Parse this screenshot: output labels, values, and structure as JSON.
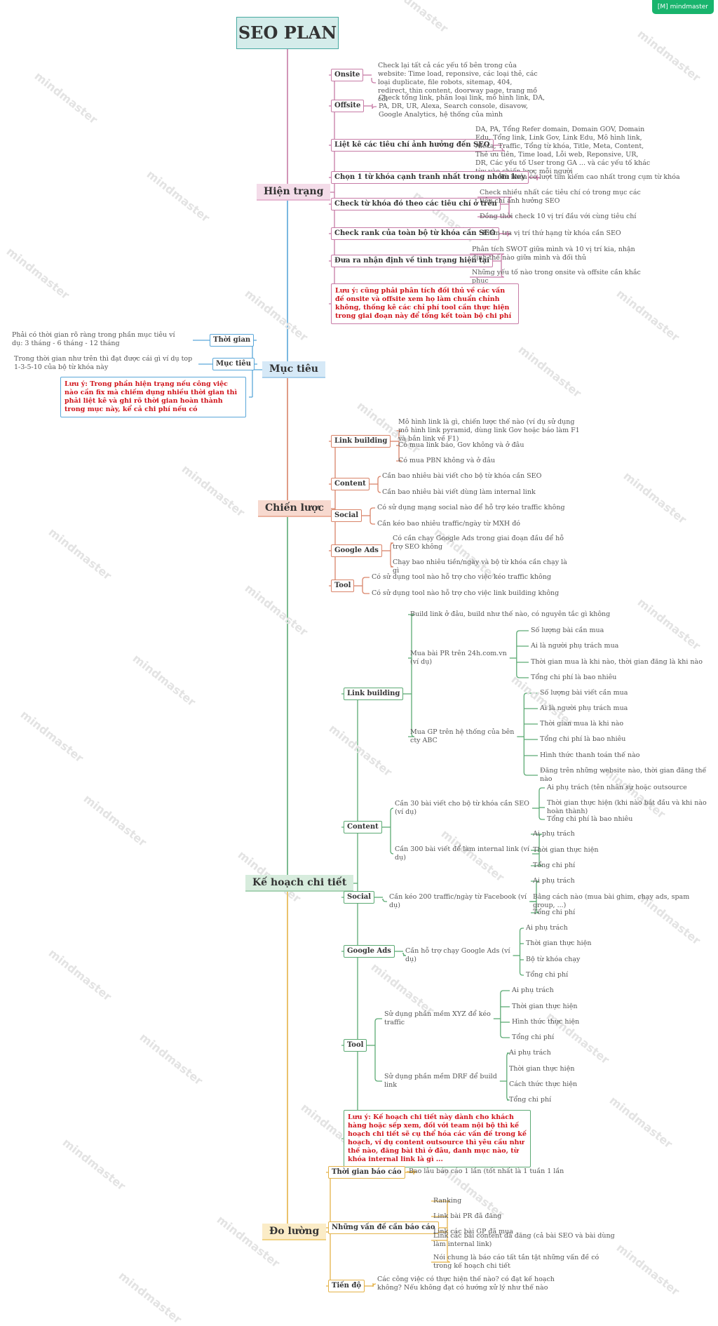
{
  "badge": "[M] mindmaster",
  "watermark": "mindmaster",
  "title": "SEO PLAN",
  "colors": {
    "pink": "#c77ba6",
    "blue": "#5aa7d9",
    "red": "#d98469",
    "green": "#5caa74",
    "gold": "#e4b248",
    "teal": "#47a9a1",
    "note": "#d0141b"
  },
  "nodes": {
    "ht": "Hiện trạng",
    "ht_onsite": "Onsite",
    "ht_onsite_d": "Check lại tất cả các yếu tố bên trong của website: Time load, reponsive, các loại thẻ, các loại duplicate, file robots, sitemap, 404, redirect, thin content, doorway page, trang mồ côi",
    "ht_offsite": "Offsite",
    "ht_offsite_d": "Check tổng link, phân loại link, mô hình link, DA, PA, DR, UR, Alexa, Search console, disavow, Google Analytics, hệ thống của mình",
    "ht_lk": "Liệt kê các tiêu chí ảnh hưởng đến SEO",
    "ht_lk_d": "DA, PA, Tổng Refer domain, Domain GOV, Domain Edu, Tổng link, Link Gov, Link Edu, Mô hình link, Alexa, Traffic, Tổng từ khóa, Title, Meta, Content, Thẻ ưu tiên, Time load, Lỗi web, Reponsive, UR, DR, Các yếu tố User trong GA ... và các yếu tố khác tùy vào chiến lược mỗi người",
    "ht_chon": "Chọn 1 từ khóa cạnh tranh nhất trong nhóm key",
    "ht_chon_d": "Từ khóa có lượt tìm kiếm cao nhất trong cụm từ khóa",
    "ht_ck": "Check từ khóa đó theo các tiêu chí ở trên",
    "ht_ck_d1": "Check nhiều nhất các tiêu chí có trong mục các tiêu chí ảnh hưởng SEO",
    "ht_ck_d2": "Đồng thời check 10 vị trí đầu với cùng tiêu chí",
    "ht_rank": "Check rank của toàn bộ từ khóa cần SEO",
    "ht_rank_d": "Kiểm tra vị trí thứ hạng từ khóa cần SEO",
    "ht_dg": "Đưa ra nhận định về tình trạng hiện tại",
    "ht_dg_d1": "Phân tích SWOT giữa mình và 10 vị trí kia, nhận định thế nào giữa mình và đối thủ",
    "ht_dg_d2": "Những yếu tố nào trong onsite và offsite cần khắc phục",
    "ht_note": "Lưu ý: cũng phải phân tích đối thủ về các vấn đề onsite và offsite xem họ làm chuẩn chỉnh không, thống kê các chỉ phí tool cần thực hiện trong giai đoạn này để tổng kết toàn bộ chi phí",
    "mt": "Mục tiêu",
    "mt_tg": "Thời gian",
    "mt_tg_d": "Phải có thời gian rõ ràng trong phần mục tiêu ví dụ: 3 tháng - 6 tháng - 12 tháng",
    "mt_mt": "Mục tiêu",
    "mt_mt_d": "Trong thời gian như trên thì đạt được cái gì ví dụ top 1-3-5-10 của bộ từ khóa này",
    "mt_note": "Lưu ý: Trong phần hiện trạng nếu công việc nào cần fix mà chiếm dụng nhiều thời gian thì phải liệt kê và ghi rõ thời gian hoàn thành trong mục này, kể cả chi phí nếu có",
    "cl": "Chiến lược",
    "cl_lb": "Link building",
    "cl_lb_d1": "Mô hình link là gì, chiến lược thế nào (ví dụ sử dụng mô hình link pyramid, dùng link Gov hoặc báo làm F1 và bắn link về F1)",
    "cl_lb_d2": "Có mua link báo, Gov không và ở đâu",
    "cl_lb_d3": "Có mua PBN không và ở đâu",
    "cl_ct": "Content",
    "cl_ct_d1": "Cần bao nhiêu bài viết cho bộ từ khóa cần SEO",
    "cl_ct_d2": "Cần bao nhiêu bài viết dùng làm internal link",
    "cl_so": "Social",
    "cl_so_d1": "Có sử dụng mạng social nào để hỗ trợ kéo traffic không",
    "cl_so_d2": "Cần kéo bao nhiêu traffic/ngày từ MXH đó",
    "cl_ga": "Google Ads",
    "cl_ga_d1": "Có cần chạy Google Ads trong giai đoạn đầu để hỗ trợ SEO không",
    "cl_ga_d2": "Chạy bao nhiêu tiền/ngày và bộ từ khóa cần chạy là gì",
    "cl_tool": "Tool",
    "cl_tool_d1": "Có sử dụng tool nào hỗ trợ cho việc kéo traffic không",
    "cl_tool_d2": "Có sử dụng tool nào hỗ trợ cho việc link building không",
    "kh": "Kế hoạch chi tiết",
    "kh_lb": "Link building",
    "kh_lb_a": "Build link ở đâu, build như thế nào, có nguyên tắc gì không",
    "kh_lb_b": "Mua bài PR trên 24h.com.vn (ví dụ)",
    "kh_lb_b1": "Số lượng bài cần mua",
    "kh_lb_b2": "Ai là người phụ trách mua",
    "kh_lb_b3": "Thời gian mua là khi nào, thời gian đăng là khi nào",
    "kh_lb_b4": "Tổng chi phí là bao nhiêu",
    "kh_lb_c": "Mua GP trên hệ thống của bên cty ABC",
    "kh_lb_c1": "Số lượng bài viết cần mua",
    "kh_lb_c2": "Ai là người phụ trách mua",
    "kh_lb_c3": "Thời gian mua là khi nào",
    "kh_lb_c4": "Tổng chi phí là bao nhiêu",
    "kh_lb_c5": "Hình thức thanh toán thế nào",
    "kh_lb_c6": "Đăng trên những website nào, thời gian đăng thế nào",
    "kh_ct": "Content",
    "kh_ct_a": "Cần 30 bài viết cho bộ từ khóa cần SEO (ví dụ)",
    "kh_ct_a1": "Ai phụ trách (tên nhân sự hoặc outsource",
    "kh_ct_a2": "Thời gian thực hiện (khi nào bắt đầu và khi nào hoàn thành)",
    "kh_ct_a3": "Tổng chi phí là bao nhiêu",
    "kh_ct_b": "Cần 300 bài viết để làm internal link (ví dụ)",
    "kh_ct_b1": "Ai phụ trách",
    "kh_ct_b2": "Thời gian thực hiện",
    "kh_ct_b3": "Tổng chi phí",
    "kh_so": "Social",
    "kh_so_a": "Cần kéo 200 traffic/ngày từ Facebook (ví dụ)",
    "kh_so_a1": "Ai phụ trách",
    "kh_so_a2": "Bằng cách nào (mua bài ghim, chạy ads, spam group, ...)",
    "kh_so_a3": "Tổng chi phí",
    "kh_ga": "Google Ads",
    "kh_ga_a": "Cần hỗ trợ chạy Google Ads (ví dụ)",
    "kh_ga_a1": "Ai phụ trách",
    "kh_ga_a2": "Thời gian thực hiện",
    "kh_ga_a3": "Bộ từ khóa chạy",
    "kh_ga_a4": "Tổng chi phí",
    "kh_tool": "Tool",
    "kh_tool_a": "Sử dụng phần mềm XYZ để kéo traffic",
    "kh_tool_a1": "Ai phụ trách",
    "kh_tool_a2": "Thời gian thực hiện",
    "kh_tool_a3": "Hình thức thực hiện",
    "kh_tool_a4": "Tổng chi phí",
    "kh_tool_b": "Sử dụng phần mềm DRF để build link",
    "kh_tool_b1": "Ai phụ trách",
    "kh_tool_b2": "Thời gian thực hiện",
    "kh_tool_b3": "Cách thức thực hiện",
    "kh_tool_b4": "Tổng chi phí",
    "kh_note": "Lưu ý: Kế hoạch chi tiết này dành cho khách hàng hoặc sếp xem, đối với team nội bộ thì kế hoạch chi tiết sẽ cụ thể hóa các vấn đề trong kế hoạch, ví dụ content outsource thì yêu cầu như thế nào, đăng bài thì ở đâu, danh mục nào, từ khóa internal link là gì ...",
    "dl": "Đo lường",
    "dl_tg": "Thời gian báo cáo",
    "dl_tg_d": "Bao lâu báo cáo 1 lần (tốt nhất là 1 tuần 1 lần",
    "dl_vd": "Những vấn đề cần báo cáo",
    "dl_vd_d1": "Ranking",
    "dl_vd_d2": "Link bài PR đã đăng",
    "dl_vd_d3": "Link các bài GP đã mua",
    "dl_vd_d4": "Link các bài content đã đăng (cả bài SEO và bài dùng làm internal link)",
    "dl_vd_d5": "Nói chung là báo cáo tất tần tật những vấn đề có trong kế hoạch chi tiết",
    "dl_td": "Tiến độ",
    "dl_td_d": "Các công việc có thực hiện thế nào? có đạt kế hoạch không? Nếu không đạt có hướng xử lý như thế nào"
  }
}
